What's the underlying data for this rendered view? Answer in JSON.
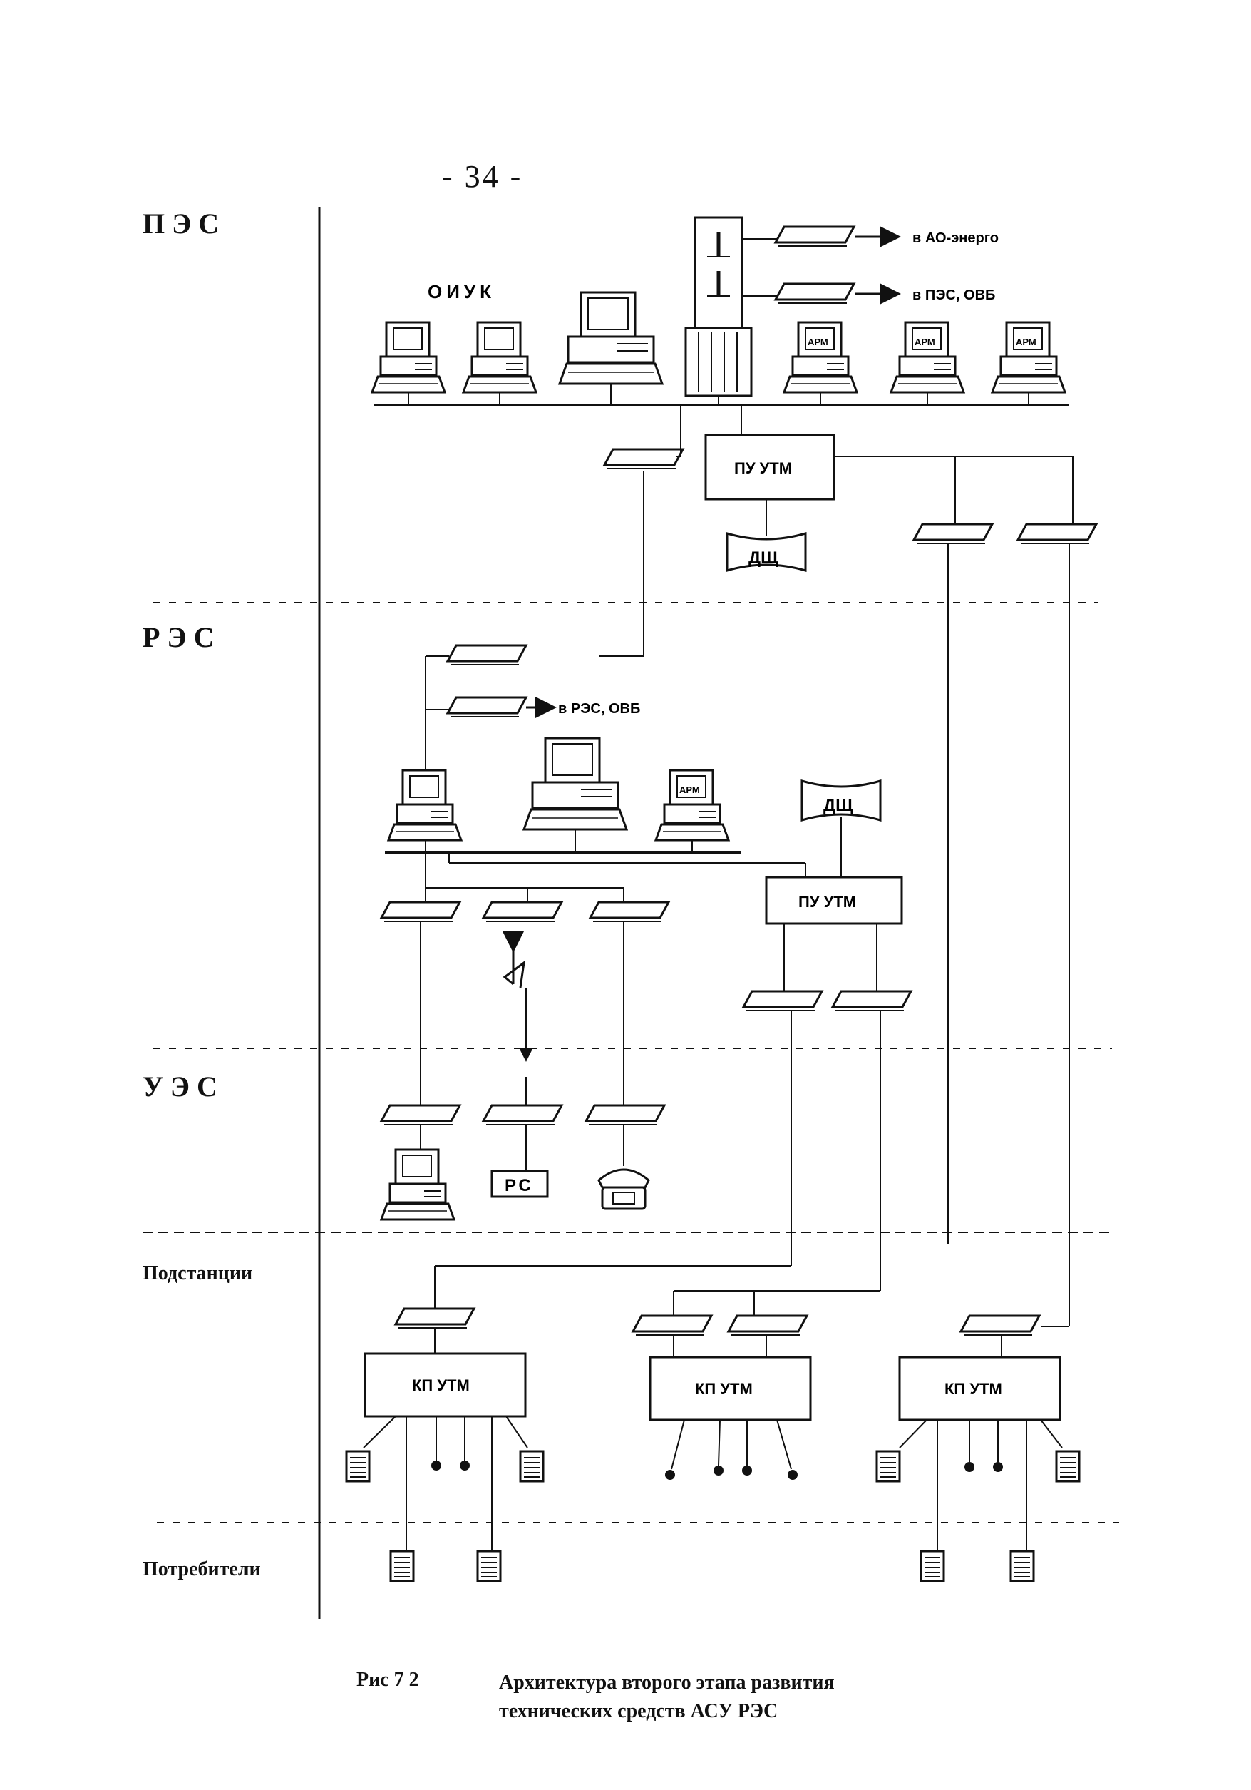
{
  "page": {
    "number": "- 34 -"
  },
  "levels": {
    "pes": "ПЭС",
    "res": "РЭС",
    "ues": "УЭС",
    "substations": "Подстанции",
    "consumers": "Потребители"
  },
  "labels": {
    "oiuk": "ОИУК",
    "to_energo": "в АО-энерго",
    "to_pes_ovb": "в ПЭС, ОВБ",
    "to_res_ovb": "в РЭС, ОВБ",
    "arm": "АРМ",
    "pu_utm": "ПУ УТМ",
    "dsh": "ДЩ",
    "kp_utm": "КП УТМ",
    "rs": "РС"
  },
  "caption": {
    "number": "Рис 7 2",
    "line1": "Архитектура второго этапа развития",
    "line2": "технических средств АСУ РЭС"
  }
}
